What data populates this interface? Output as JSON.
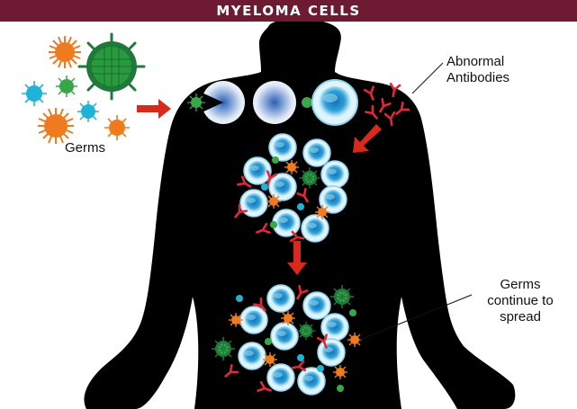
{
  "header": {
    "title": "MYELOMA CELLS"
  },
  "labels": {
    "germs": "Germs",
    "abnormal_antibodies": [
      "Abnormal",
      "Antibodies"
    ],
    "germs_spread": [
      "Germs",
      "continue to",
      "spread"
    ]
  },
  "colors": {
    "title_bar": "#6e1a33",
    "body_silhouette": "#000000",
    "arrow": "#d9281c",
    "myeloma_cell": "#3aa9d6",
    "antibody": "#e0283a",
    "germ_orange": "#f07a1e",
    "germ_green": "#2a9a3e",
    "germ_cyan": "#1fb3d6"
  }
}
